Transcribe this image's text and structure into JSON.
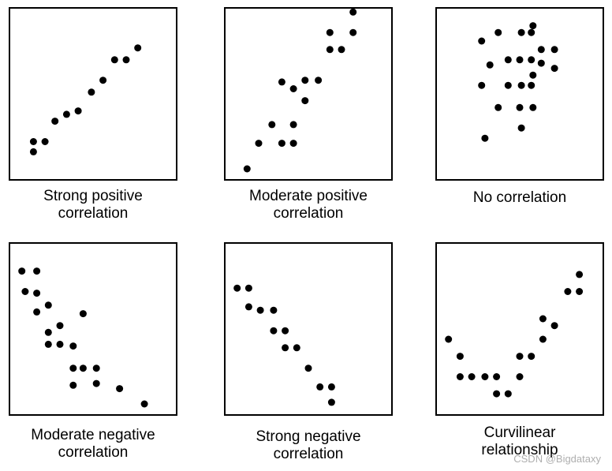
{
  "chart_data": [
    {
      "type": "scatter",
      "caption_lines": [
        "Strong positive",
        "correlation"
      ],
      "xlim": [
        0,
        100
      ],
      "ylim": [
        0,
        100
      ],
      "points": [
        [
          14,
          16
        ],
        [
          14,
          22
        ],
        [
          21,
          22
        ],
        [
          27,
          34
        ],
        [
          34,
          38
        ],
        [
          41,
          40
        ],
        [
          49,
          51
        ],
        [
          56,
          58
        ],
        [
          63,
          70
        ],
        [
          70,
          70
        ],
        [
          77,
          77
        ]
      ]
    },
    {
      "type": "scatter",
      "caption_lines": [
        "Moderate positive",
        "correlation"
      ],
      "xlim": [
        0,
        100
      ],
      "ylim": [
        0,
        100
      ],
      "points": [
        [
          13,
          6
        ],
        [
          20,
          21
        ],
        [
          28,
          32
        ],
        [
          34,
          21
        ],
        [
          34,
          57
        ],
        [
          41,
          53
        ],
        [
          41,
          21
        ],
        [
          41,
          32
        ],
        [
          48,
          58
        ],
        [
          48,
          46
        ],
        [
          56,
          58
        ],
        [
          63,
          76
        ],
        [
          63,
          86
        ],
        [
          70,
          76
        ],
        [
          77,
          86
        ],
        [
          77,
          98
        ]
      ]
    },
    {
      "type": "scatter",
      "caption_lines": [
        "No correlation"
      ],
      "xlim": [
        0,
        100
      ],
      "ylim": [
        0,
        100
      ],
      "points": [
        [
          27,
          81
        ],
        [
          37,
          86
        ],
        [
          51,
          86
        ],
        [
          57,
          86
        ],
        [
          58,
          90
        ],
        [
          63,
          76
        ],
        [
          71,
          76
        ],
        [
          32,
          67
        ],
        [
          43,
          70
        ],
        [
          50,
          70
        ],
        [
          57,
          70
        ],
        [
          58,
          61
        ],
        [
          63,
          68
        ],
        [
          71,
          65
        ],
        [
          27,
          55
        ],
        [
          43,
          55
        ],
        [
          51,
          55
        ],
        [
          57,
          55
        ],
        [
          37,
          42
        ],
        [
          50,
          42
        ],
        [
          58,
          42
        ],
        [
          29,
          24
        ],
        [
          51,
          30
        ]
      ]
    },
    {
      "type": "scatter",
      "caption_lines": [
        "Moderate negative",
        "correlation"
      ],
      "xlim": [
        0,
        100
      ],
      "ylim": [
        0,
        100
      ],
      "points": [
        [
          7,
          84
        ],
        [
          16,
          84
        ],
        [
          9,
          72
        ],
        [
          16,
          71
        ],
        [
          23,
          64
        ],
        [
          16,
          60
        ],
        [
          44,
          59
        ],
        [
          23,
          48
        ],
        [
          30,
          52
        ],
        [
          23,
          41
        ],
        [
          30,
          41
        ],
        [
          38,
          40
        ],
        [
          38,
          27
        ],
        [
          44,
          27
        ],
        [
          52,
          27
        ],
        [
          38,
          17
        ],
        [
          52,
          18
        ],
        [
          66,
          15
        ],
        [
          81,
          6
        ]
      ]
    },
    {
      "type": "scatter",
      "caption_lines": [
        "Strong negative",
        "correlation"
      ],
      "xlim": [
        0,
        100
      ],
      "ylim": [
        0,
        100
      ],
      "points": [
        [
          7,
          74
        ],
        [
          14,
          74
        ],
        [
          14,
          63
        ],
        [
          21,
          61
        ],
        [
          29,
          61
        ],
        [
          29,
          49
        ],
        [
          36,
          49
        ],
        [
          36,
          39
        ],
        [
          43,
          39
        ],
        [
          50,
          27
        ],
        [
          57,
          16
        ],
        [
          64,
          16
        ],
        [
          64,
          7
        ]
      ]
    },
    {
      "type": "scatter",
      "caption_lines": [
        "Curvilinear",
        "relationship"
      ],
      "xlim": [
        0,
        100
      ],
      "ylim": [
        0,
        100
      ],
      "points": [
        [
          7,
          44
        ],
        [
          14,
          34
        ],
        [
          14,
          22
        ],
        [
          21,
          22
        ],
        [
          29,
          22
        ],
        [
          36,
          22
        ],
        [
          36,
          12
        ],
        [
          43,
          12
        ],
        [
          50,
          34
        ],
        [
          50,
          22
        ],
        [
          57,
          34
        ],
        [
          64,
          44
        ],
        [
          64,
          56
        ],
        [
          71,
          52
        ],
        [
          79,
          72
        ],
        [
          86,
          72
        ],
        [
          86,
          82
        ]
      ]
    }
  ],
  "watermark": "CSDN @Bigdataxy",
  "colors": {
    "dot": "#000000",
    "frame": "#000000",
    "background": "#ffffff"
  }
}
